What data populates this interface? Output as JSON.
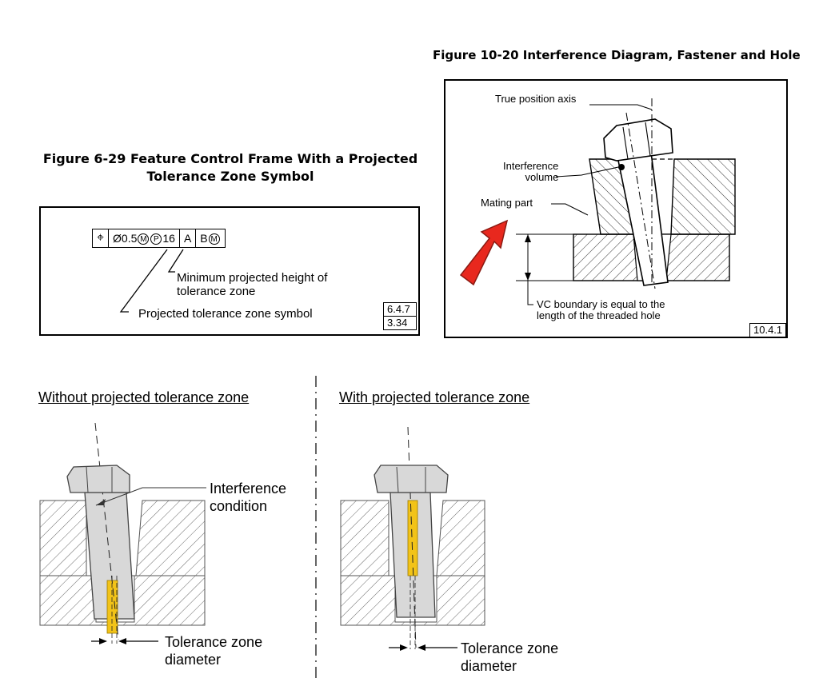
{
  "fig_6_29": {
    "title_line1": "Figure 6-29 Feature Control Frame With a Projected",
    "title_line2": "Tolerance Zone Symbol",
    "fcf": {
      "position_symbol": "⌖",
      "diameter": "Ø0.5",
      "m1": "M",
      "p": "P",
      "height": "16",
      "datum_a": "A",
      "datum_b": "B",
      "m2": "M"
    },
    "label_min_height_1": "Minimum projected height of",
    "label_min_height_2": "tolerance zone",
    "label_symbol": "Projected tolerance zone symbol",
    "ref_top": "6.4.7",
    "ref_bottom": "3.34"
  },
  "fig_10_20": {
    "title": "Figure 10-20 Interference Diagram, Fastener and Hole",
    "label_true_position": "True position axis",
    "label_interference_1": "Interference",
    "label_interference_2": "volume",
    "label_mating_part": "Mating part",
    "label_vc_1": "VC boundary is equal to the",
    "label_vc_2": "length of the threaded hole",
    "ref": "10.4.1"
  },
  "bottom": {
    "left_heading": "Without projected tolerance zone",
    "right_heading": "With projected tolerance zone",
    "interference_1": "Interference",
    "interference_2": "condition",
    "left_tol_1": "Tolerance zone",
    "left_tol_2": "diameter",
    "right_tol_1": "Tolerance zone",
    "right_tol_2": "diameter"
  },
  "colors": {
    "arrow": "#e8281e",
    "zone": "#f2c318",
    "bolt": "#d8d8d8",
    "hatch": "#555555"
  }
}
